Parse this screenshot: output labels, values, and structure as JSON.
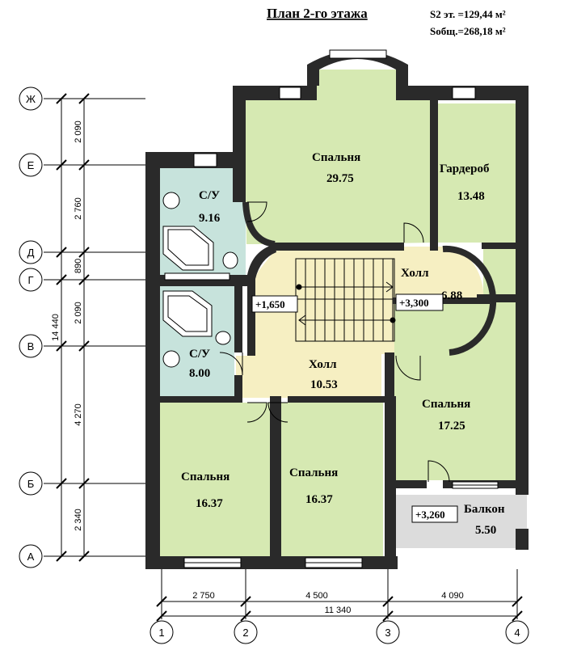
{
  "header": {
    "title": "План 2-го этажа",
    "area_floor": "S2 эт. =129,44 м²",
    "area_total": "Sобщ.=268,18 м²"
  },
  "rooms": {
    "bedroom_top": {
      "name": "Спальня",
      "area": "29.75"
    },
    "wardrobe": {
      "name": "Гардероб",
      "area": "13.48"
    },
    "bath_top": {
      "name": "С/У",
      "area": "9.16"
    },
    "hall_right": {
      "name": "Холл",
      "area": "6.88"
    },
    "bath_bottom": {
      "name": "С/У",
      "area": "8.00"
    },
    "hall_center": {
      "name": "Холл",
      "area": "10.53"
    },
    "bedroom_right": {
      "name": "Спальня",
      "area": "17.25"
    },
    "bedroom_bl": {
      "name": "Спальня",
      "area": "16.37"
    },
    "bedroom_bm": {
      "name": "Спальня",
      "area": "16.37"
    },
    "balcony": {
      "name": "Балкон",
      "area": "5.50"
    }
  },
  "levels": {
    "left": "+1,650",
    "right": "+3,300",
    "balcony": "+3,260"
  },
  "axes_rows": [
    "Ж",
    "Е",
    "Д",
    "Г",
    "В",
    "Б",
    "А"
  ],
  "axes_cols": [
    "1",
    "2",
    "3",
    "4"
  ],
  "dims_vertical": [
    "2 090",
    "2 760",
    "890",
    "2 090",
    "4 270",
    "2 340"
  ],
  "dim_total_vertical": "14 440",
  "dims_horizontal": [
    "2 750",
    "4 500",
    "4 090"
  ],
  "dim_total_horizontal": "11 340",
  "colors": {
    "wall": "#2a2a2a",
    "bedroom": "#d6e9b2",
    "bath": "#c7e3dc",
    "hall": "#f6efc2",
    "balcony": "#dcdcdc"
  }
}
